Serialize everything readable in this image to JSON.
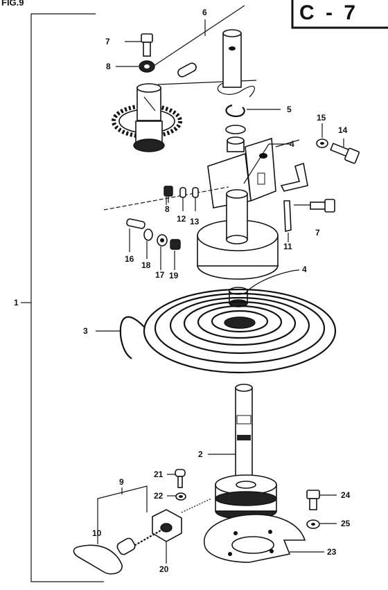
{
  "figure": {
    "label": "FIG.9",
    "section_code": "C - 7"
  },
  "callouts": {
    "c1": "1",
    "c2": "2",
    "c3": "3",
    "c4a": "4",
    "c4b": "4",
    "c5": "5",
    "c6": "6",
    "c7a": "7",
    "c7b": "7",
    "c8a": "8",
    "c8b": "8",
    "c9": "9",
    "c10": "10",
    "c11": "11",
    "c12": "12",
    "c13": "13",
    "c14": "14",
    "c15": "15",
    "c16": "16",
    "c17": "17",
    "c18": "18",
    "c19": "19",
    "c20": "20",
    "c21": "21",
    "c22": "22",
    "c23": "23",
    "c24": "24",
    "c25": "25"
  }
}
